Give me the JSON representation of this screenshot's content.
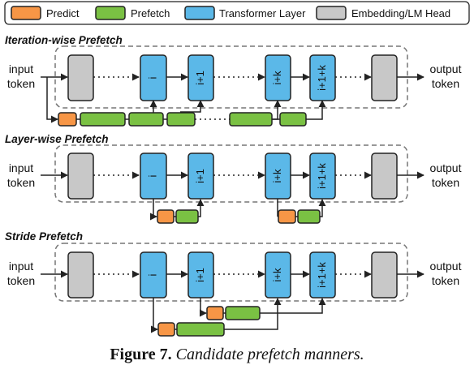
{
  "legend": {
    "predict": "Predict",
    "prefetch": "Prefetch",
    "transformer": "Transformer Layer",
    "embedding": "Embedding/LM Head"
  },
  "colors": {
    "predict": "#f79646",
    "prefetch": "#7ac143",
    "transformer": "#5bb8e8",
    "embedding": "#c8c8c8",
    "stroke": "#222222",
    "dashed": "#777777"
  },
  "sections": [
    {
      "title": "Iteration-wise Prefetch",
      "input": [
        "input",
        "token"
      ],
      "output": [
        "output",
        "token"
      ],
      "layers": [
        "i",
        "i+1",
        "i+k",
        "i+1+k"
      ]
    },
    {
      "title": "Layer-wise Prefetch",
      "input": [
        "input",
        "token"
      ],
      "output": [
        "output",
        "token"
      ],
      "layers": [
        "i",
        "i+1",
        "i+k",
        "i+1+k"
      ]
    },
    {
      "title": "Stride Prefetch",
      "input": [
        "input",
        "token"
      ],
      "output": [
        "output",
        "token"
      ],
      "layers": [
        "i",
        "i+1",
        "i+k",
        "i+1+k"
      ]
    }
  ],
  "caption": {
    "figure": "Figure 7.",
    "text": "Candidate prefetch manners."
  }
}
